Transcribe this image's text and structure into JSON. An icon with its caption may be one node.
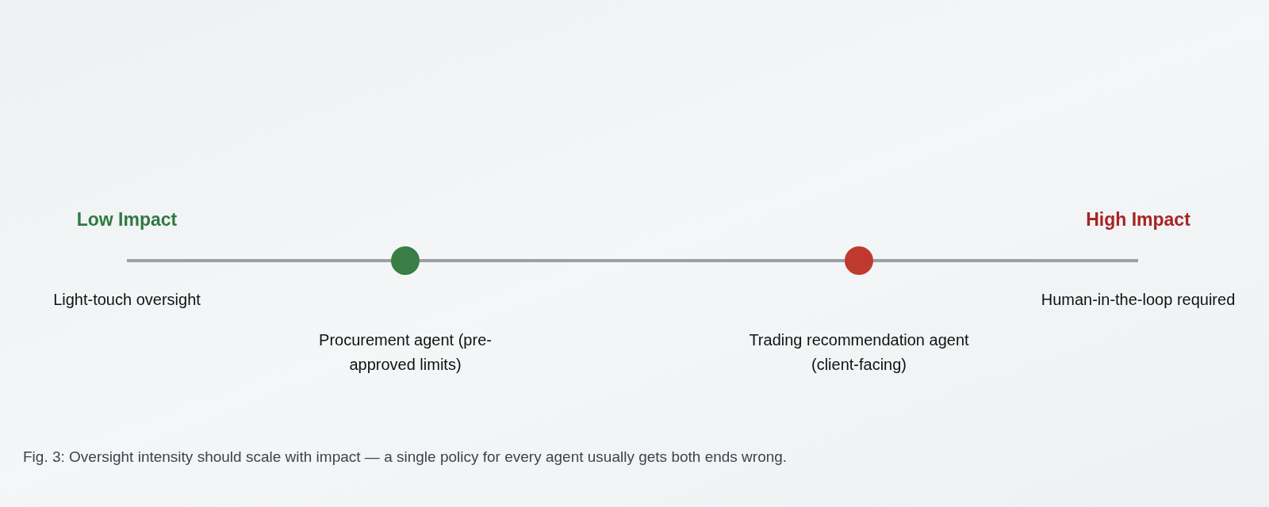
{
  "diagram": {
    "caption": "Fig. 3: Oversight intensity should scale with impact — a single policy for every agent usually gets both ends wrong.",
    "nodes": [
      {
        "text": [],
        "shape": "circle",
        "beside": [
          "Procurement agent (pre-approved limits)"
        ]
      },
      {
        "text": [],
        "shape": "circle",
        "beside": [
          "Trading recommendation agent (client-facing)"
        ]
      }
    ],
    "edges": [],
    "labels": [
      "Low Impact",
      "High Impact",
      "Light-touch oversight",
      "Human-in-the-loop required"
    ]
  }
}
